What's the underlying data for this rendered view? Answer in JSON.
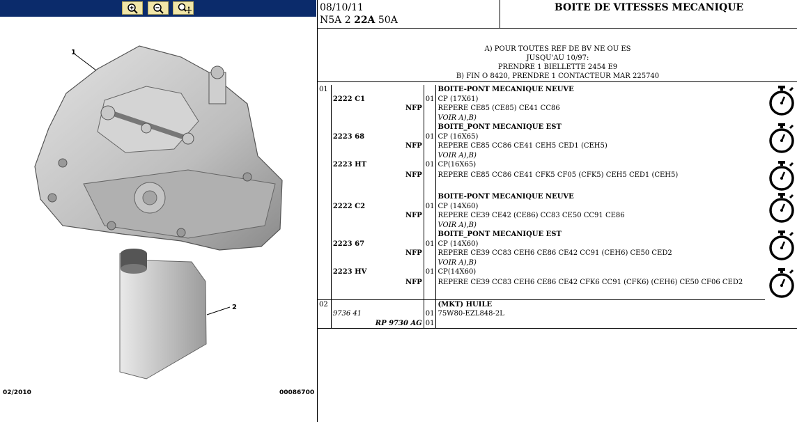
{
  "left": {
    "callout_1": "1",
    "callout_2": "2",
    "footer_date": "02/2010",
    "footer_ref": "00086700"
  },
  "toolbar": {
    "buttons": [
      {
        "name": "zoom-in",
        "icon": "zoom-in-icon"
      },
      {
        "name": "zoom-out",
        "icon": "zoom-out-icon"
      },
      {
        "name": "zoom-pan",
        "icon": "zoom-pan-icon"
      }
    ]
  },
  "header": {
    "date": "08/10/11",
    "code_a": "N5A 2",
    "code_b": "22A",
    "code_c": "50A",
    "title": "BOITE DE VITESSES MECANIQUE"
  },
  "note": {
    "lines": [
      "A) POUR TOUTES REF DE BV NE OU ES",
      "JUSQU'AU 10/97:",
      "PRENDRE 1 BIELLETTE 2454 E9",
      "B) FIN O 8420, PRENDRE 1 CONTACTEUR MAR 225740"
    ]
  },
  "groups": [
    {
      "id": "01",
      "title": "BOITE-PONT MECANIQUE NEUVE",
      "parts": [
        {
          "ref": "2222 C1",
          "flag": "NFP",
          "qty": "01",
          "spec": "CP (17X61)",
          "repere": "REPERE CE85 (CE85) CE41 CC86",
          "note": "VOIR A),B)"
        }
      ]
    },
    {
      "id": "",
      "title": "BOITE_PONT MECANIQUE EST",
      "parts": [
        {
          "ref": "2223 68",
          "flag": "NFP",
          "qty": "01",
          "spec": "CP (16X65)",
          "repere": "REPERE CE85 CC86 CE41 CEH5 CED1 (CEH5)",
          "note": "VOIR A),B)"
        },
        {
          "ref": "2223 HT",
          "flag": "NFP",
          "qty": "01",
          "spec": "CP(16X65)",
          "repere": "REPERE CE85 CC86 CE41 CFK5 CF05 (CFK5) CEH5 CED1 (CEH5)",
          "note": ""
        }
      ]
    },
    {
      "id": "",
      "title": "BOITE-PONT MECANIQUE NEUVE",
      "parts": [
        {
          "ref": "2222 C2",
          "flag": "NFP",
          "qty": "01",
          "spec": "CP (14X60)",
          "repere": "REPERE CE39 CE42 (CE86) CC83 CE50 CC91 CE86",
          "note": "VOIR A),B)"
        }
      ]
    },
    {
      "id": "",
      "title": "BOITE_PONT MECANIQUE EST",
      "parts": [
        {
          "ref": "2223 67",
          "flag": "NFP",
          "qty": "01",
          "spec": "CP (14X60)",
          "repere": "REPERE CE39 CC83 CEH6 CE86 CE42 CC91 (CEH6) CE50 CED2",
          "note": "VOIR A),B)"
        },
        {
          "ref": "2223 HV",
          "flag": "NFP",
          "qty": "01",
          "spec": "CP(14X60)",
          "repere": "REPERE CE39 CC83 CEH6 CE86 CE42 CFK6 CC91 (CFK6) (CEH6) CE50 CF06 CED2",
          "note": ""
        }
      ]
    }
  ],
  "oil": {
    "id": "02",
    "title": "(MKT) HUILE",
    "ref": "9736 41",
    "qty": "01",
    "spec": "75W80-EZL848-2L",
    "ref2": "RP 9730 AG",
    "qty2": "01"
  },
  "icons": {
    "stopwatch": "stopwatch-icon"
  }
}
